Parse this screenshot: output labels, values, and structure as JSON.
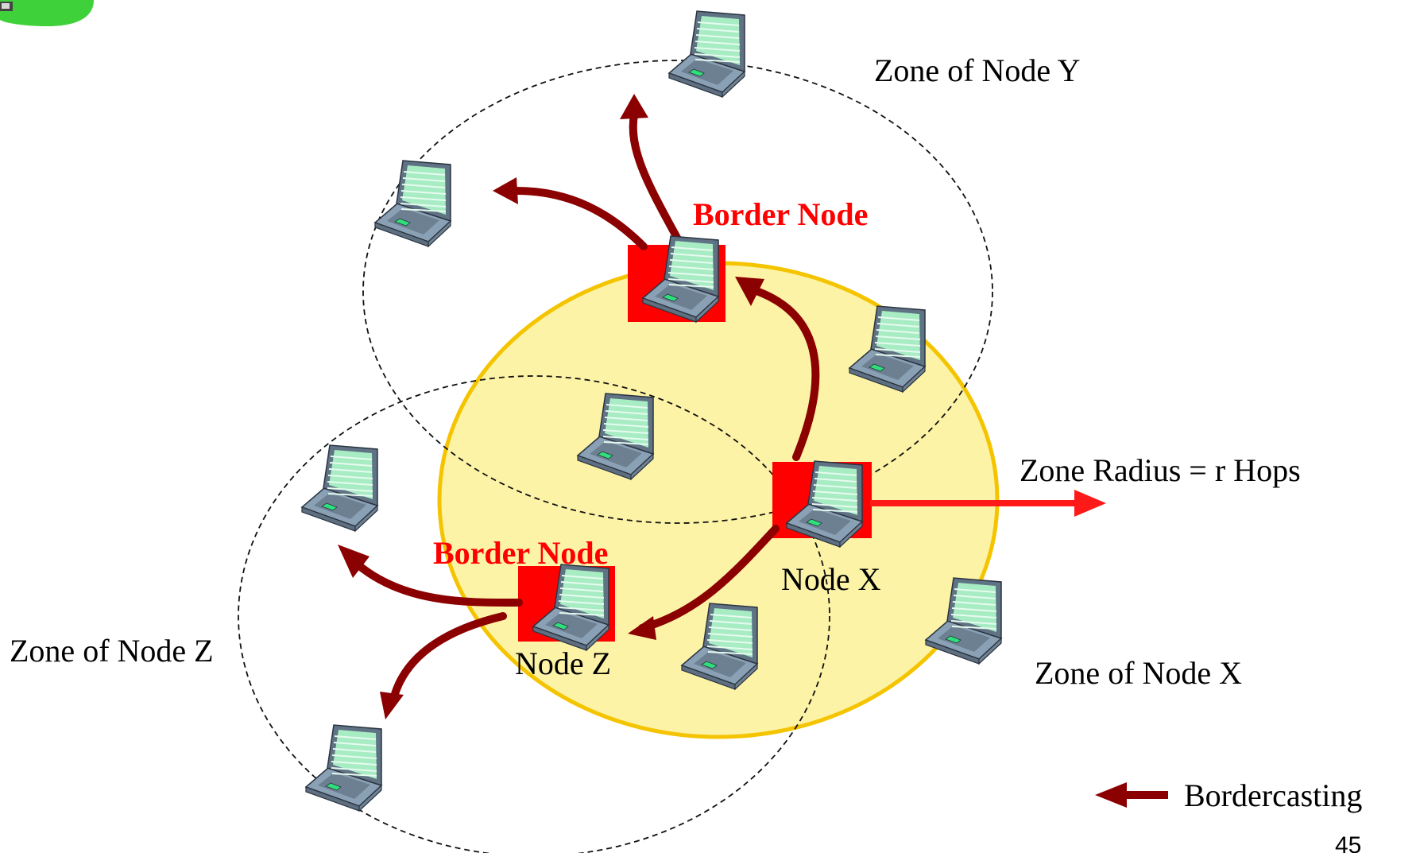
{
  "labels": {
    "zone_y": "Zone of Node Y",
    "zone_z": "Zone of Node Z",
    "zone_x": "Zone of Node X",
    "border_node_top": "Border Node",
    "border_node_left": "Border Node",
    "zone_radius": "Zone Radius = r Hops",
    "node_x": "Node X",
    "node_z": "Node Z",
    "legend_bordercasting": "Bordercasting"
  },
  "page_number": "45",
  "colors": {
    "zone_x_fill": "#fdf3a6",
    "zone_x_stroke": "#f5c400",
    "arrow": "#8b0000",
    "radius_arrow": "#ff1a1a",
    "border_highlight": "#ff0000",
    "label_red": "#ff0000",
    "screen": "#a8ecc4",
    "logo_green": "#3fd13a"
  },
  "icons": {
    "node": "laptop-icon",
    "logo": "logo-icon"
  }
}
